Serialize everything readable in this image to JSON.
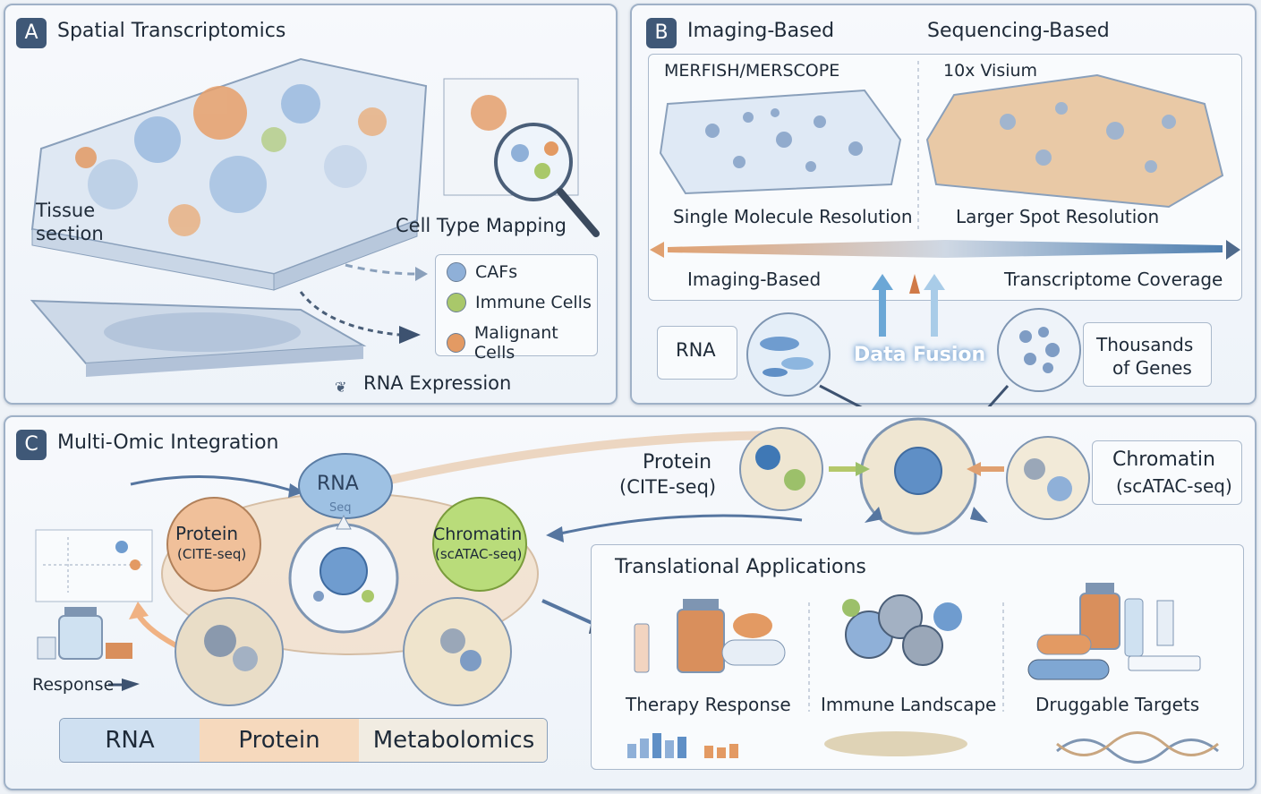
{
  "panel_a": {
    "badge": "A",
    "title": "Spatial Transcriptomics",
    "tissue_label_1": "Tissue",
    "tissue_label_2": "section",
    "mapping_label": "Cell Type Mapping",
    "legend": [
      {
        "label": "CAFs",
        "color": "#8fb0d8"
      },
      {
        "label": "Immune Cells",
        "color": "#a9c86a"
      },
      {
        "label": "Malignant Cells",
        "color": "#e39a63"
      }
    ],
    "rna_expression": "RNA Expression"
  },
  "panel_b": {
    "badge": "B",
    "title_left": "Imaging-Based",
    "title_right": "Sequencing-Based",
    "merfish": "MERFISH/MERSCOPE",
    "visium": "10x Visium",
    "single_molecule": "Single Molecule Resolution",
    "larger_spot": "Larger Spot Resolution",
    "imaging_based": "Imaging-Based",
    "transcriptome_coverage": "Transcriptome Coverage",
    "rna": "RNA",
    "data_fusion": "Data Fusion",
    "thousands_1": "Thousands",
    "thousands_2": "of Genes"
  },
  "panel_c": {
    "badge": "C",
    "title": "Multi-Omic Integration",
    "rna_node": "RNA",
    "rna_node_sub": "Seq",
    "protein_node": "Protein",
    "protein_node_sub": "(CITE-seq)",
    "chromatin_node": "Chromatin",
    "chromatin_node_sub": "(scATAC-seq)",
    "response": "Response",
    "protein_label": "Protein",
    "protein_label_sub": "(CITE-seq)",
    "chromatin_label": "Chromatin",
    "chromatin_label_sub": "(scATAC-seq)",
    "bar_segments": [
      "RNA",
      "Protein",
      "Metabolomics"
    ]
  },
  "translational": {
    "title": "Translational Applications",
    "items": [
      "Therapy Response",
      "Immune Landscape",
      "Druggable Targets"
    ]
  }
}
